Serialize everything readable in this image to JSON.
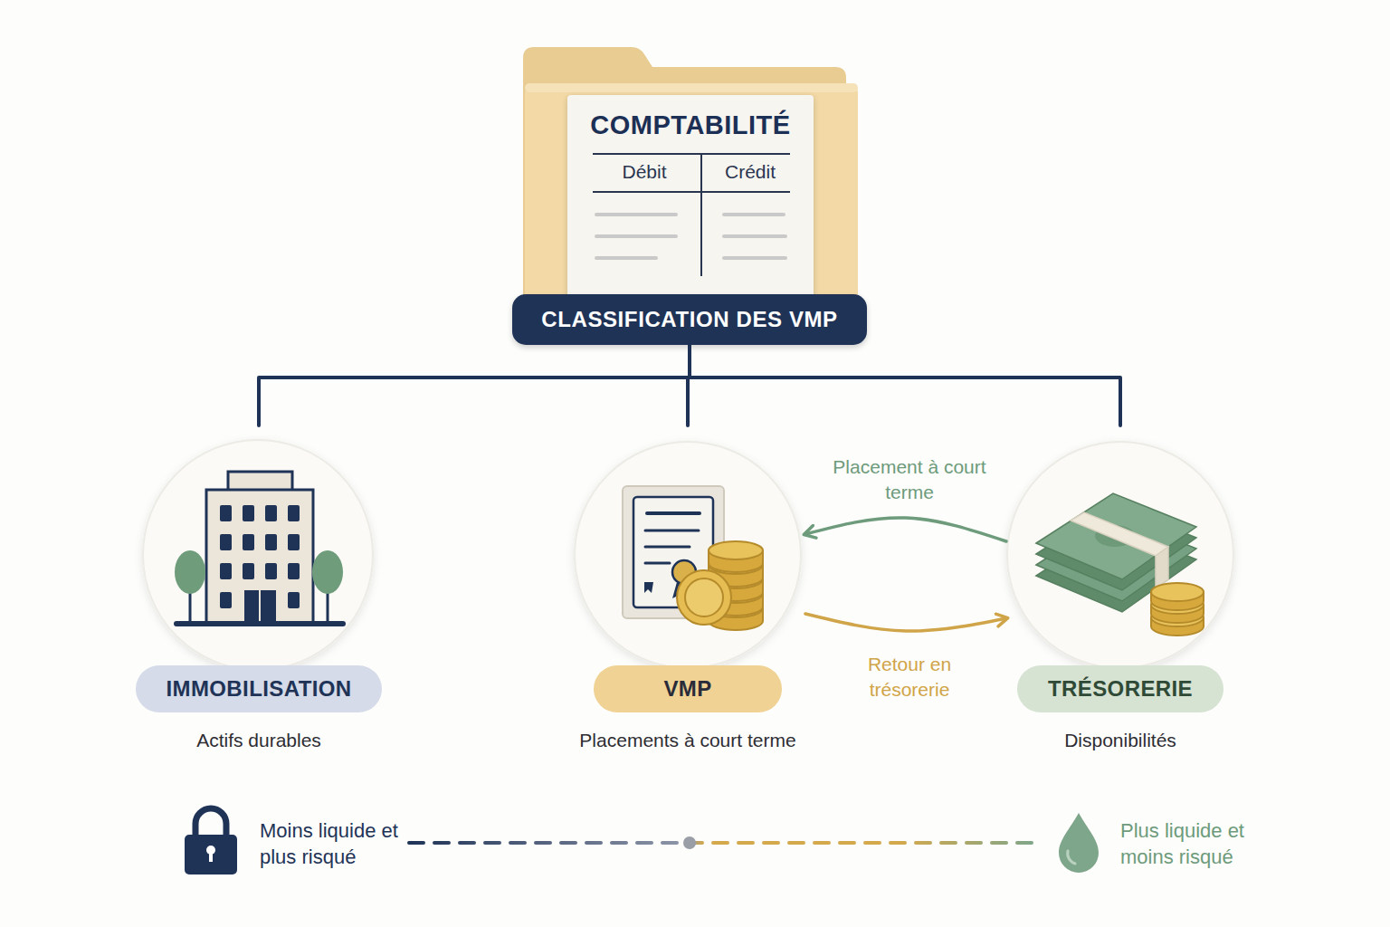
{
  "diagram": {
    "nodes": [
      {
        "text": [
          "COMPTABILITÉ"
        ]
      },
      {
        "text": [
          "CLASSIFICATION DES VMP"
        ]
      },
      {
        "text": [
          "IMMOBILISATION",
          "Actifs durables"
        ]
      },
      {
        "text": [
          "VMP",
          "Placements à court terme"
        ]
      },
      {
        "text": [
          "TRÉSORERIE",
          "Disponibilités"
        ]
      }
    ],
    "edges": [
      {
        "from": 1,
        "to": 2,
        "arrow": "none"
      },
      {
        "from": 1,
        "to": 3,
        "arrow": "none"
      },
      {
        "from": 1,
        "to": 4,
        "arrow": "none"
      },
      {
        "from": 4,
        "to": 3,
        "arrow": "to",
        "label": "Placement à court terme"
      },
      {
        "from": 3,
        "to": 4,
        "arrow": "to",
        "label": "Retour en trésorerie"
      }
    ],
    "labels": [
      "Débit",
      "Crédit"
    ],
    "legend": [
      {
        "text": "Moins liquide et plus risqué"
      },
      {
        "text": "Plus liquide et moins risqué"
      }
    ]
  }
}
